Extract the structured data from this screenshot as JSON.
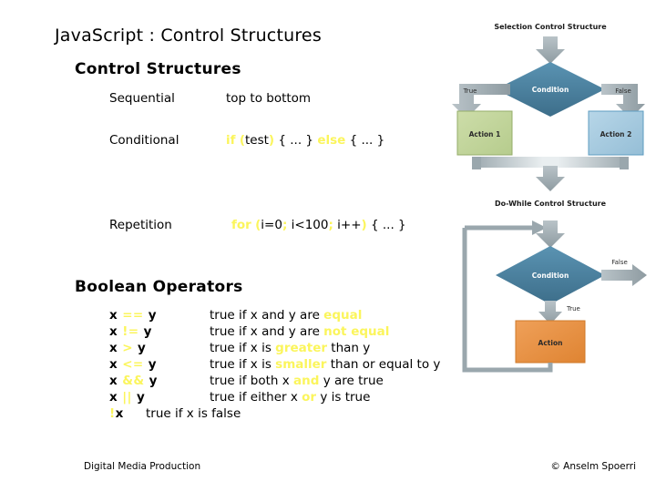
{
  "slide": {
    "title": "JavaScript : Control Structures"
  },
  "sections": {
    "control_structures": {
      "heading": "Control Structures",
      "rows": [
        {
          "term": "Sequential",
          "definition_plain": "top to bottom",
          "parts": [
            {
              "text": "top to bottom",
              "style": "plain"
            }
          ]
        },
        {
          "term": "Conditional",
          "definition_plain": "if (test) { ... } else { ... }",
          "parts": [
            {
              "text": "if",
              "style": "kw"
            },
            {
              "text": " ",
              "style": "plain"
            },
            {
              "text": "(",
              "style": "kw"
            },
            {
              "text": "test",
              "style": "plain"
            },
            {
              "text": ")",
              "style": "kw"
            },
            {
              "text": " { ... } ",
              "style": "plain"
            },
            {
              "text": "else",
              "style": "kw"
            },
            {
              "text": " { ... }",
              "style": "plain"
            }
          ]
        },
        {
          "term": "Repetition",
          "definition_plain": "for (i=0; i<100; i++) { ... }",
          "parts": [
            {
              "text": "for",
              "style": "kw"
            },
            {
              "text": " ",
              "style": "plain"
            },
            {
              "text": "(",
              "style": "kw"
            },
            {
              "text": "i=0",
              "style": "plain"
            },
            {
              "text": ";",
              "style": "kw"
            },
            {
              "text": " i<100",
              "style": "plain"
            },
            {
              "text": ";",
              "style": "kw"
            },
            {
              "text": " i++",
              "style": "plain"
            },
            {
              "text": ")",
              "style": "kw"
            },
            {
              "text": " { ... }",
              "style": "plain"
            }
          ]
        }
      ]
    },
    "boolean_operators": {
      "heading": "Boolean Operators",
      "rows": [
        {
          "expression_plain": "x == y",
          "expression_parts": [
            {
              "text": "x ",
              "style": "plain"
            },
            {
              "text": "==",
              "style": "op"
            },
            {
              "text": " y",
              "style": "plain"
            }
          ],
          "description_plain": "true if x and y are equal",
          "description_parts": [
            {
              "text": "true if x and y are ",
              "style": "plain"
            },
            {
              "text": "equal",
              "style": "hl"
            }
          ]
        },
        {
          "expression_plain": "x != y",
          "expression_parts": [
            {
              "text": "x ",
              "style": "plain"
            },
            {
              "text": "!=",
              "style": "op"
            },
            {
              "text": " y",
              "style": "plain"
            }
          ],
          "description_plain": "true if x and y are not equal",
          "description_parts": [
            {
              "text": "true if x and y are ",
              "style": "plain"
            },
            {
              "text": "not equal",
              "style": "hl"
            }
          ]
        },
        {
          "expression_plain": "x > y",
          "expression_parts": [
            {
              "text": "x ",
              "style": "plain"
            },
            {
              "text": ">",
              "style": "op"
            },
            {
              "text": " y",
              "style": "plain"
            }
          ],
          "description_plain": "true if x is greater than y",
          "description_parts": [
            {
              "text": "true if x is ",
              "style": "plain"
            },
            {
              "text": "greater",
              "style": "hl"
            },
            {
              "text": " than y",
              "style": "plain"
            }
          ]
        },
        {
          "expression_plain": "x <= y",
          "expression_parts": [
            {
              "text": "x ",
              "style": "plain"
            },
            {
              "text": "<=",
              "style": "op"
            },
            {
              "text": " y",
              "style": "plain"
            }
          ],
          "description_plain": "true if x is smaller than or equal  to y",
          "description_parts": [
            {
              "text": "true if x is ",
              "style": "plain"
            },
            {
              "text": "smaller",
              "style": "hl"
            },
            {
              "text": " than or equal  to y",
              "style": "plain"
            }
          ]
        },
        {
          "expression_plain": "x && y",
          "expression_parts": [
            {
              "text": "x ",
              "style": "plain"
            },
            {
              "text": "&&",
              "style": "op"
            },
            {
              "text": " y",
              "style": "plain"
            }
          ],
          "description_plain": "true if both x and y are true",
          "description_parts": [
            {
              "text": "true if both x ",
              "style": "plain"
            },
            {
              "text": "and",
              "style": "hl"
            },
            {
              "text": " y are true",
              "style": "plain"
            }
          ]
        },
        {
          "expression_plain": "x || y",
          "expression_parts": [
            {
              "text": "x ",
              "style": "plain"
            },
            {
              "text": "||",
              "style": "op"
            },
            {
              "text": " y",
              "style": "plain"
            }
          ],
          "description_plain": "true if either x or y is true",
          "description_parts": [
            {
              "text": "true if either x ",
              "style": "plain"
            },
            {
              "text": "or",
              "style": "hl"
            },
            {
              "text": " y is true",
              "style": "plain"
            }
          ]
        },
        {
          "expression_plain": "!x",
          "expression_parts": [
            {
              "text": "!",
              "style": "op"
            },
            {
              "text": "x",
              "style": "plain"
            }
          ],
          "description_plain": "true if x is false",
          "description_parts": [
            {
              "text": "true if x is false",
              "style": "plain"
            }
          ],
          "inline": true
        }
      ]
    }
  },
  "footer": {
    "left": "Digital Media Production",
    "right": "© Anselm Spoerri"
  },
  "diagram": {
    "selection": {
      "title": "Selection Control Structure",
      "condition_label": "Condition",
      "true_label": "True",
      "false_label": "False",
      "action_1_label": "Action 1",
      "action_2_label": "Action 2"
    },
    "do_while": {
      "title": "Do-While Control Structure",
      "condition_label": "Condition",
      "true_label": "True",
      "false_label": "False",
      "action_label": "Action"
    },
    "colors": {
      "condition_fill": "#4a7f9e",
      "action_green_fill": "#c3d69b",
      "action_green_stroke": "#94ad6a",
      "action_blue_fill": "#a8cbdf",
      "action_blue_stroke": "#5e9cc0",
      "action_orange_fill": "#e8913f",
      "arrow_fill": "#9aa7ad"
    }
  },
  "theme": {
    "highlight": "#fbf55c",
    "text": "#000000",
    "background": "#ffffff"
  }
}
